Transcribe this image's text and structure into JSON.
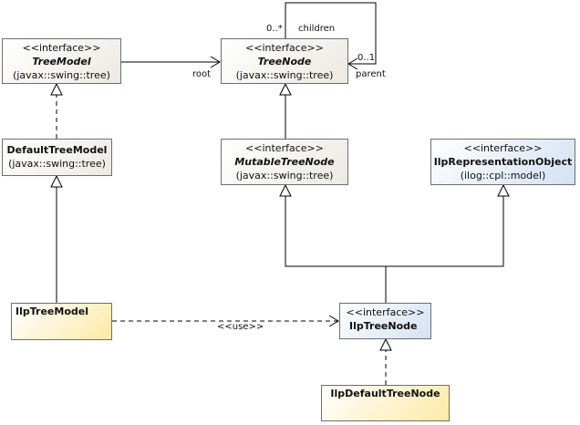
{
  "classes": {
    "tree_model": {
      "stereotype": "<<interface>>",
      "name": "TreeModel",
      "package": "(javax::swing::tree)"
    },
    "tree_node": {
      "stereotype": "<<interface>>",
      "name": "TreeNode",
      "package": "(javax::swing::tree)"
    },
    "default_tree_model": {
      "name": "DefaultTreeModel",
      "package": "(javax::swing::tree)"
    },
    "mutable_tree_node": {
      "stereotype": "<<interface>>",
      "name": "MutableTreeNode",
      "package": "(javax::swing::tree)"
    },
    "ilp_representation_object": {
      "stereotype": "<<interface>>",
      "name": "IlpRepresentationObject",
      "package": "(ilog::cpl::model)"
    },
    "ilp_tree_model": {
      "name": "IlpTreeModel"
    },
    "ilp_tree_node": {
      "stereotype": "<<interface>>",
      "name": "IlpTreeNode"
    },
    "ilp_default_tree_node": {
      "name": "IlpDefaultTreeNode"
    }
  },
  "labels": {
    "root": "root",
    "children_mult": "0..*",
    "children": "children",
    "parent_mult": "0..1",
    "parent": "parent",
    "use": "<<use>>"
  },
  "colors": {
    "interface_fill": "#ece9e2",
    "ilog_fill": "#d3e1f2",
    "impl_fill": "#fde9a6",
    "line": "#000000"
  }
}
